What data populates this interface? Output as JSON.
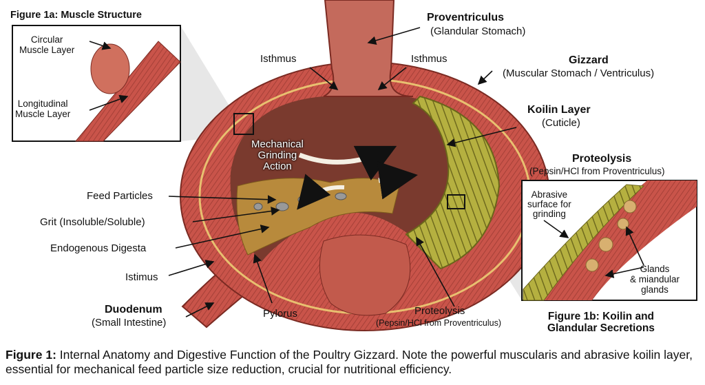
{
  "fig1a": {
    "title": "Figure 1a: Muscle Structure",
    "circular": "Circular\nMuscle Layer",
    "longitudinal": "Longitudinal\nMuscle Layer"
  },
  "labels": {
    "proventriculus": "Proventriculus",
    "proventriculus_sub": "(Glandular Stomach)",
    "isthmus_left": "Isthmus",
    "isthmus_right": "Isthmus",
    "gizzard": "Gizzard",
    "gizzard_sub": "(Muscular Stomach / Ventriculus)",
    "koilin": "Koilin Layer",
    "koilin_sub": "(Cuticle)",
    "mechanical": "Mechanical\nGrinding\nAction",
    "feed": "Feed Particles",
    "grit": "Grit (Insoluble/Soluble)",
    "digesta": "Endogenous Digesta",
    "istimus": "Istimus",
    "duodenum": "Duodenum",
    "duodenum_sub": "(Small Intestine)",
    "pylorus": "Pylorus",
    "proteolysis_bottom": "Proteolysis",
    "proteolysis_bottom_sub": "(Pepsin/HCl from Proventriculus)"
  },
  "fig1b": {
    "heading": "Proteolysis",
    "heading_sub": "(Pepsin/HCl from Proventriculus)",
    "abrasive": "Abrasive\nsurface for\ngrinding",
    "glands": "Glands\n& miandular\nglands",
    "title": "Figure 1b: Koilin and\nGlandular Secretions"
  },
  "caption": {
    "bold": "Figure 1:",
    "text": " Internal Anatomy and Digestive Function of the Poultry Gizzard. Note the powerful muscularis and abrasive koilin layer, essential for mechanical feed particle size reduction, crucial for nutritional efficiency."
  },
  "colors": {
    "muscle": "#c9544a",
    "muscle_dark": "#8e2f2a",
    "koilin": "#b3ae3a",
    "digesta": "#b88a3c",
    "cavity": "#7a3a2e"
  }
}
